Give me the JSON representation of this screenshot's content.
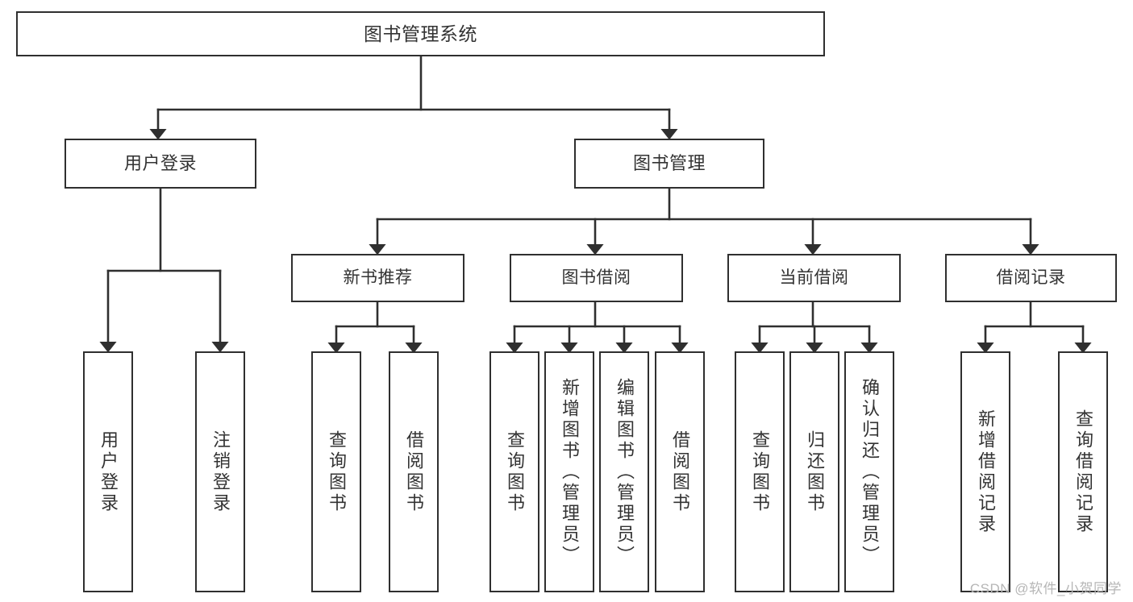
{
  "diagram": {
    "type": "tree-hierarchy-chart",
    "title": "图书管理系统",
    "watermark": "CSDN @软件_小贺同学",
    "colors": {
      "background": "#ffffff",
      "stroke": "#2f2f2f",
      "text": "#333333",
      "watermark": "#b6b6b6"
    },
    "nodes": {
      "root": {
        "label": "图书管理系统"
      },
      "level1": [
        {
          "id": "user-login",
          "label": "用户登录"
        },
        {
          "id": "book-manage",
          "label": "图书管理"
        }
      ],
      "level2": [
        {
          "id": "new-book-recommend",
          "label": "新书推荐"
        },
        {
          "id": "book-borrow",
          "label": "图书借阅"
        },
        {
          "id": "current-borrow",
          "label": "当前借阅"
        },
        {
          "id": "borrow-record",
          "label": "借阅记录"
        }
      ],
      "leaves": {
        "user-login": [
          {
            "id": "leaf-user-login",
            "label": "用户登录"
          },
          {
            "id": "leaf-logout-login",
            "label": "注销登录"
          }
        ],
        "new-book-recommend": [
          {
            "id": "leaf-query-book-1",
            "label": "查询图书"
          },
          {
            "id": "leaf-borrow-book-1",
            "label": "借阅图书"
          }
        ],
        "book-borrow": [
          {
            "id": "leaf-query-book-2",
            "label": "查询图书"
          },
          {
            "id": "leaf-add-book",
            "label": "新增图书（管理员）"
          },
          {
            "id": "leaf-edit-book",
            "label": "编辑图书（管理员）"
          },
          {
            "id": "leaf-borrow-book-2",
            "label": "借阅图书"
          }
        ],
        "current-borrow": [
          {
            "id": "leaf-query-book-3",
            "label": "查询图书"
          },
          {
            "id": "leaf-return-book",
            "label": "归还图书"
          },
          {
            "id": "leaf-confirm-return",
            "label": "确认归还（管理员）"
          }
        ],
        "borrow-record": [
          {
            "id": "leaf-add-record",
            "label": "新增借阅记录"
          },
          {
            "id": "leaf-query-record",
            "label": "查询借阅记录"
          }
        ]
      }
    }
  }
}
